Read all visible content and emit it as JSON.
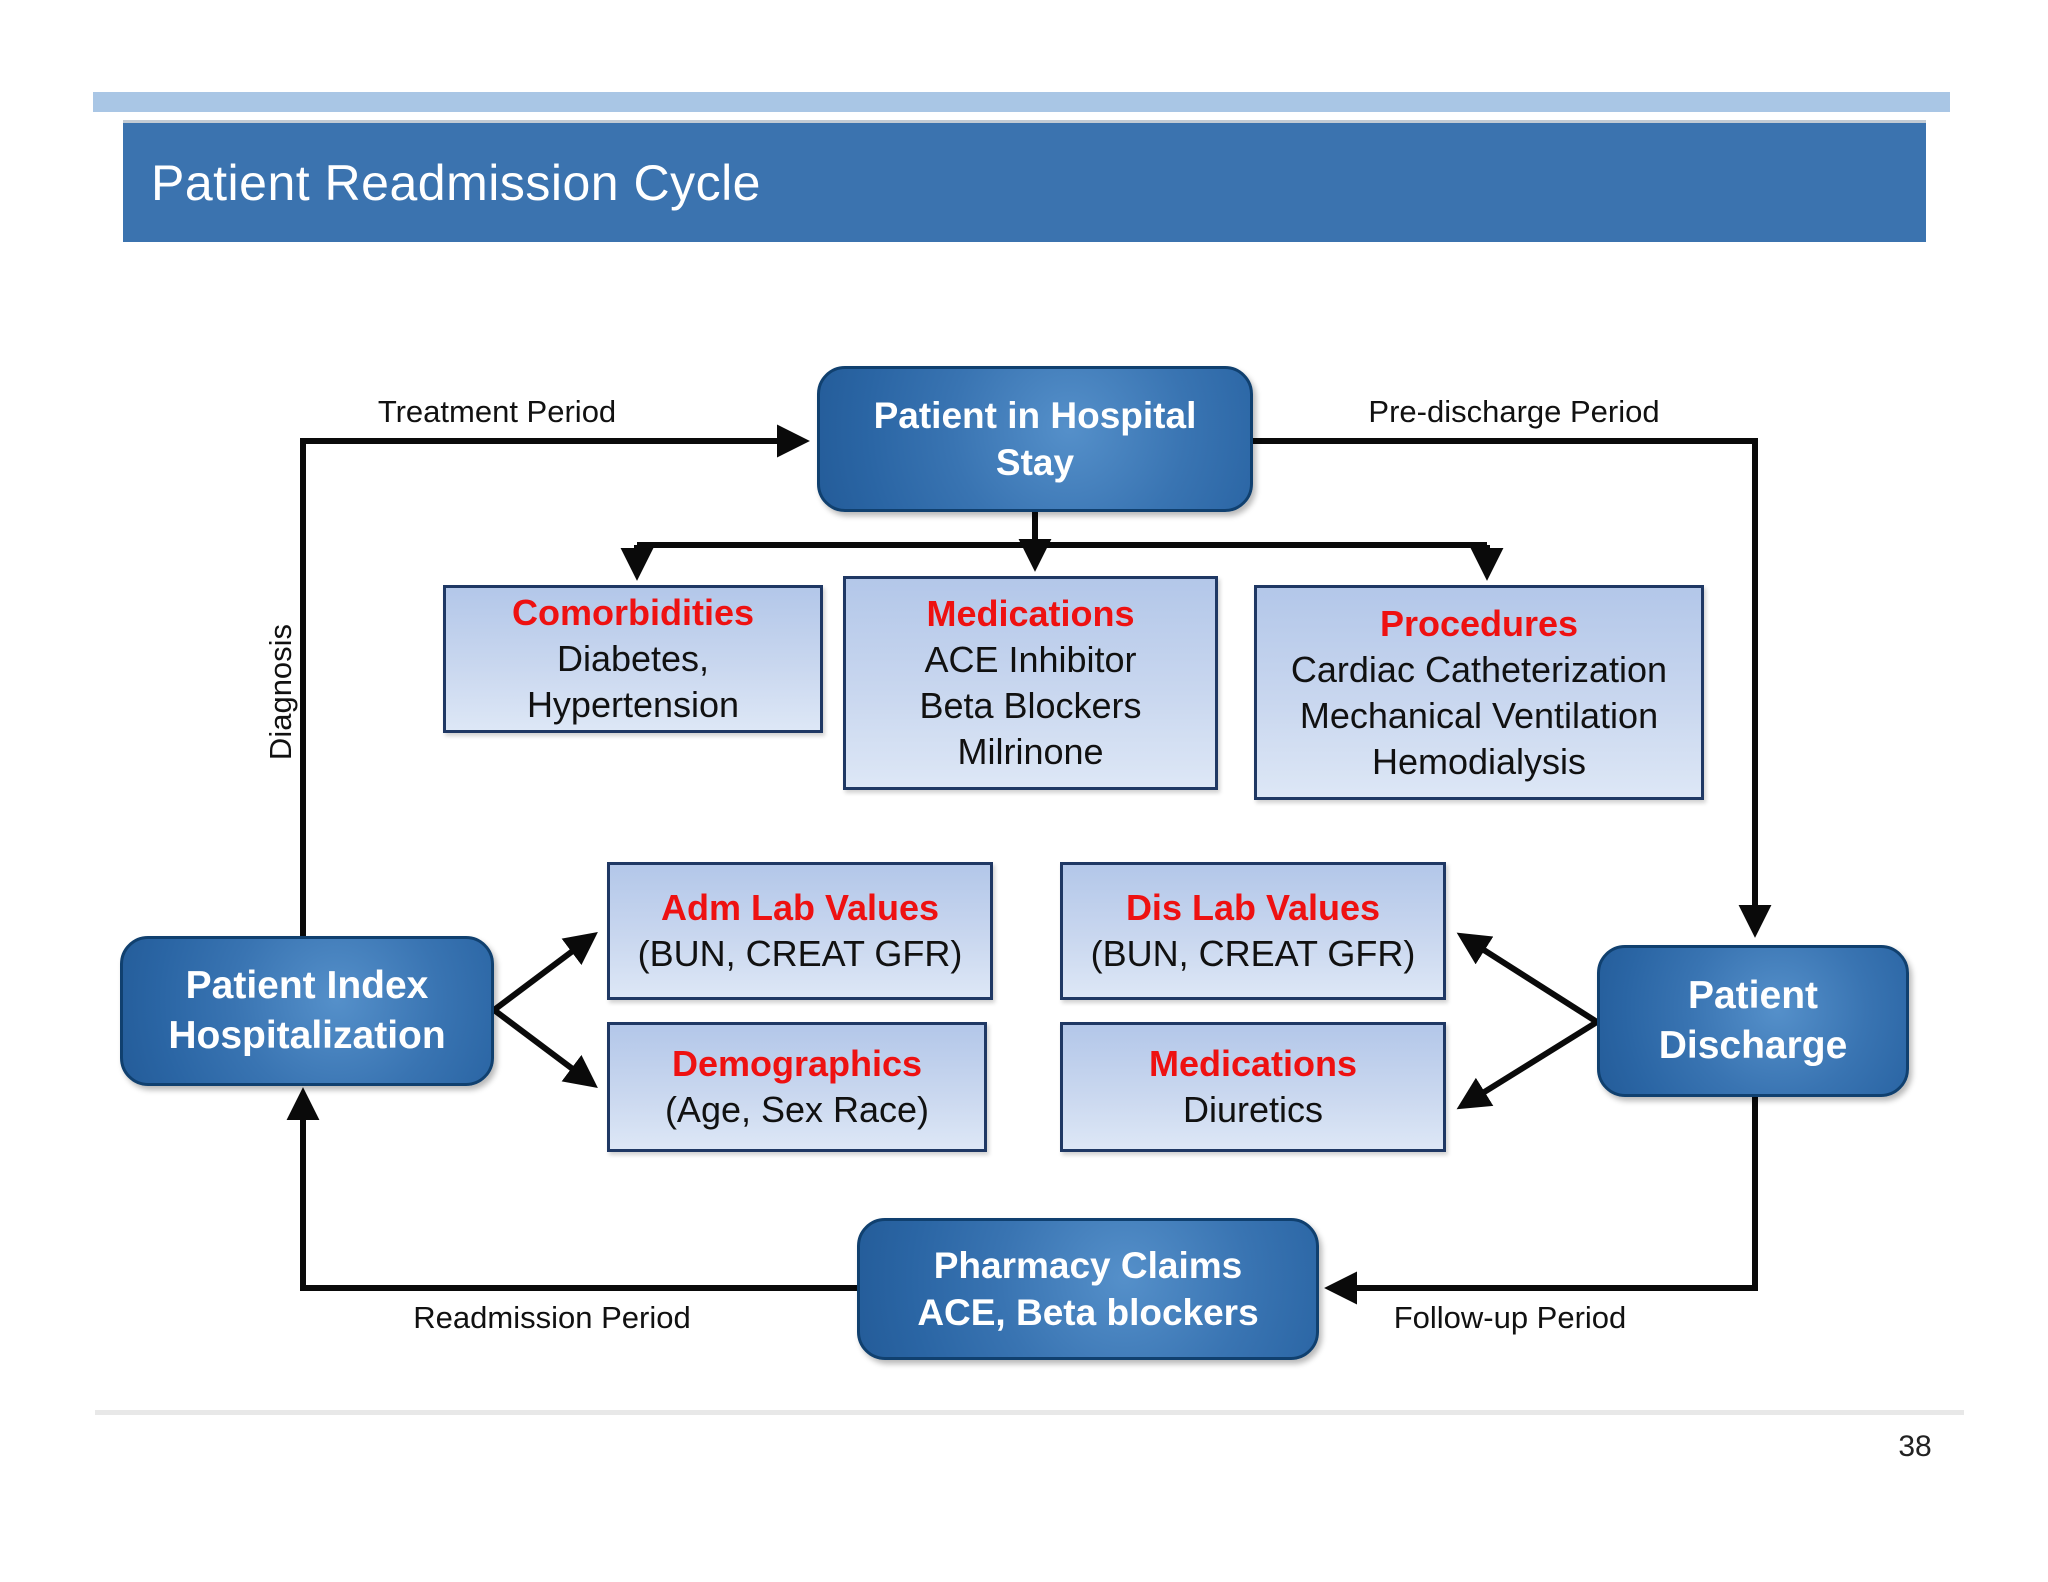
{
  "slide": {
    "title": "Patient Readmission Cycle",
    "page_number": "38"
  },
  "colors": {
    "title_bar": "#3b73af",
    "top_strip": "#a9c6e5",
    "box_heading_red": "#ee1111",
    "box_text_black": "#111111",
    "light_box_fill_top": "#b3c7e9",
    "light_box_fill_bottom": "#dde7f6",
    "light_box_border": "#1f3864",
    "dark_node_fill": "#3974b2",
    "dark_node_border": "#10406f",
    "connector": "#0a0a0a"
  },
  "labels": {
    "treatment_period": "Treatment Period",
    "pre_discharge_period": "Pre-discharge Period",
    "diagnosis": "Diagnosis",
    "readmission_period": "Readmission Period",
    "follow_up_period": "Follow-up Period"
  },
  "nodes": {
    "hospital": {
      "line1": "Patient in Hospital",
      "line2": "Stay"
    },
    "patient_index": {
      "line1": "Patient Index",
      "line2": "Hospitalization"
    },
    "patient_discharge": {
      "line1": "Patient",
      "line2": "Discharge"
    },
    "pharmacy": {
      "line1": "Pharmacy Claims",
      "line2": "ACE, Beta blockers"
    },
    "comorbidities": {
      "title": "Comorbidities",
      "items": [
        "Diabetes,",
        "Hypertension"
      ]
    },
    "medications_admission": {
      "title": "Medications",
      "items": [
        "ACE Inhibitor",
        "Beta Blockers",
        "Milrinone"
      ]
    },
    "procedures": {
      "title": "Procedures",
      "items": [
        "Cardiac Catheterization",
        "Mechanical Ventilation",
        "Hemodialysis"
      ]
    },
    "adm_lab": {
      "title": "Adm Lab Values",
      "items": [
        "(BUN, CREAT GFR)"
      ]
    },
    "dis_lab": {
      "title": "Dis Lab Values",
      "items": [
        "(BUN, CREAT GFR)"
      ]
    },
    "demographics": {
      "title": "Demographics",
      "items": [
        "(Age, Sex Race)"
      ]
    },
    "medications_discharge": {
      "title": "Medications",
      "items": [
        "Diuretics"
      ]
    }
  }
}
